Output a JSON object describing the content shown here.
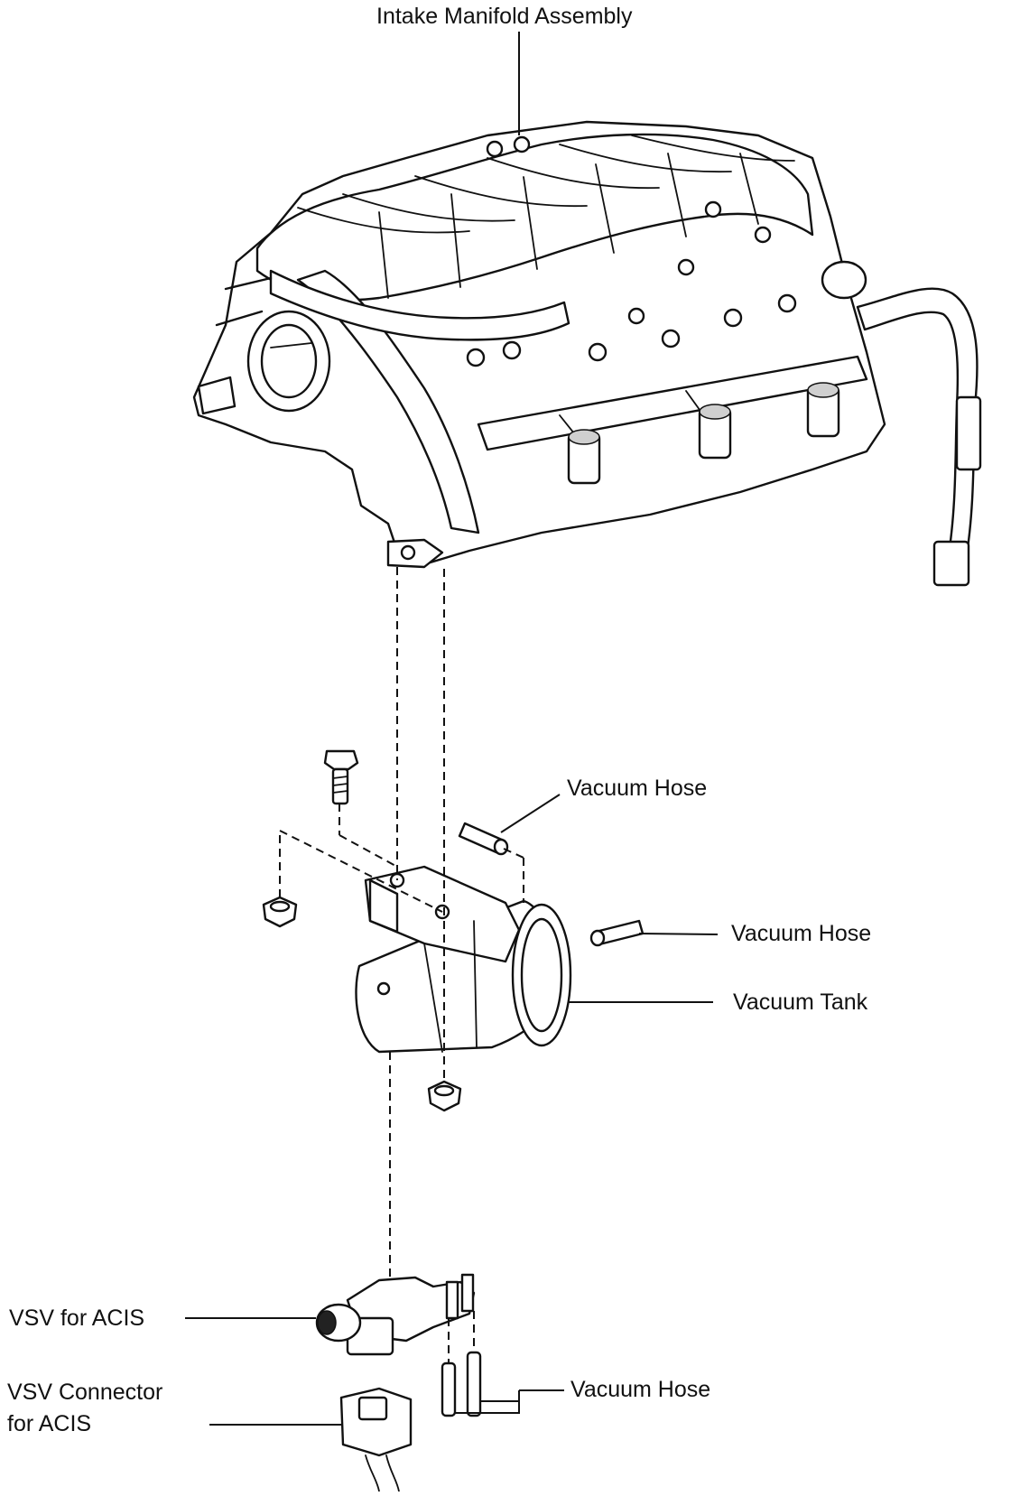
{
  "labels": {
    "intake_manifold": "Intake Manifold Assembly",
    "vacuum_hose_1": "Vacuum Hose",
    "vacuum_hose_2": "Vacuum Hose",
    "vacuum_tank": "Vacuum Tank",
    "vsv_for_acis": "VSV for ACIS",
    "vsv_connector_line1": "VSV Connector",
    "vsv_connector_line2": "for ACIS",
    "vacuum_hose_3": "Vacuum Hose"
  }
}
